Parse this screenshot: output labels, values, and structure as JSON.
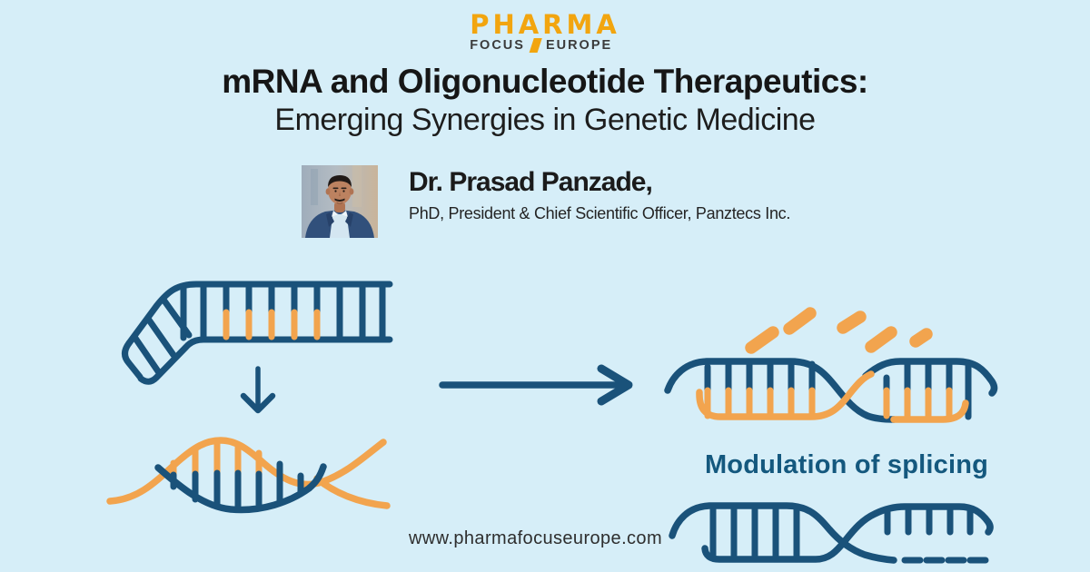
{
  "page": {
    "background_color": "#d6eef8",
    "website": "www.pharmafocuseurope.com"
  },
  "logo": {
    "brand": "PHARMA",
    "sub_left": "FOCUS",
    "sub_right": "EUROPE",
    "brand_color": "#f2a50f",
    "sub_color": "#3b3b3b"
  },
  "title": {
    "line1": "mRNA and Oligonucleotide Therapeutics:",
    "line2": "Emerging Synergies in Genetic Medicine"
  },
  "speaker": {
    "name": "Dr. Prasad Panzade,",
    "credentials": "PhD, President & Chief Scientific Officer, Panztecs Inc.",
    "photo_description": "headshot, navy blazer, light blue shirt"
  },
  "diagram": {
    "caption": "Modulation of splicing",
    "strand_blue": "#1a527a",
    "strand_orange": "#f2a44e",
    "icons": [
      "dna-ladder-icon",
      "down-arrow-icon",
      "rna-duplex-icon",
      "right-arrow-icon",
      "splicing-target-icon",
      "rna-fragments-icon",
      "spliced-mrna-icon"
    ]
  }
}
